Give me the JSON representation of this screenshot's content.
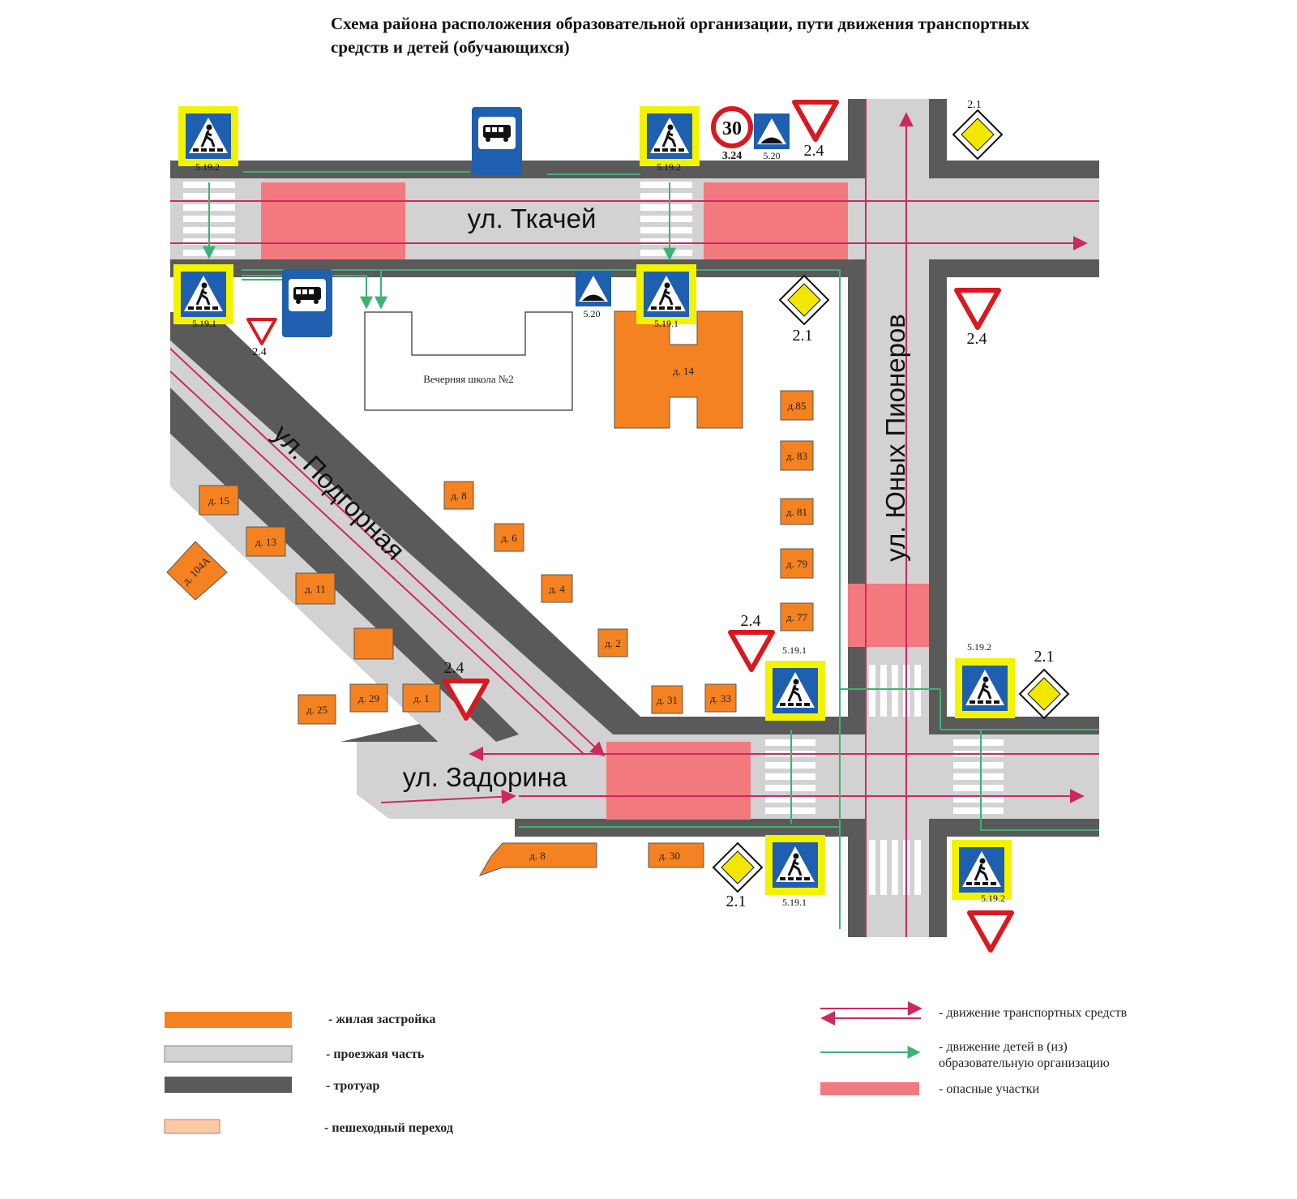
{
  "title": "Схема района расположения образовательной организации, пути движения транспортных средств и детей (обучающихся)",
  "streets": {
    "tkachey": "ул. Ткачей",
    "pionerov": "ул. Юных Пионеров",
    "podgornaya": "ул. Подгорная",
    "zadorina": "ул. Задорина"
  },
  "school": "Вечерняя школа №2",
  "buildings": {
    "d14": "д. 14",
    "d85": "д.85",
    "d83": "д. 83",
    "d81": "д. 81",
    "d79": "д. 79",
    "d77": "д. 77",
    "d15": "д. 15",
    "d13": "д. 13",
    "d104a": "д. 104А",
    "d11": "д. 11",
    "d8a": "д. 8",
    "d6": "д. 6",
    "d4": "д. 4",
    "d2": "д. 2",
    "d29": "д. 29",
    "d1": "д. 1",
    "d25": "д. 25",
    "d31": "д. 31",
    "d33": "д. 33",
    "d8b": "д. 8",
    "d30": "д. 30"
  },
  "sign_codes": {
    "crossing_right": "5.19.1",
    "crossing_left": "5.19.2",
    "speed_limit": "3.24",
    "speed_value": "30",
    "speed_bump": "5.20",
    "give_way": "2.4",
    "main_road": "2.1"
  },
  "legend": {
    "residential": "- жилая застройка",
    "roadway": "- проезжая часть",
    "sidewalk": "- тротуар",
    "crosswalk": "- пешеходный переход",
    "traffic": "- движение транспортных средств",
    "children_line1": "- движение детей в (из)",
    "children_line2": "образовательную организацию",
    "danger": "- опасные участки"
  },
  "colors": {
    "residential": "#f58220",
    "roadway": "#d2d2d2",
    "sidewalk": "#5a5a5a",
    "crosswalk": "#fbc9a6",
    "traffic": "#cc2a5c",
    "children": "#3cb371",
    "danger": "#f27a7e",
    "sign_blue": "#1f5fb0",
    "sign_yellow": "#f3f300"
  }
}
